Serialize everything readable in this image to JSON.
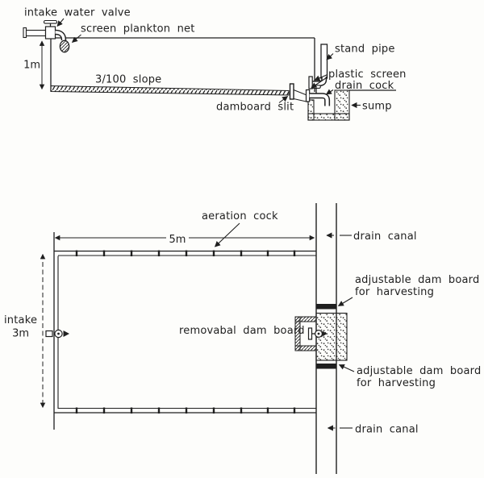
{
  "side_view": {
    "labels": {
      "intake_water_valve": "intake water valve",
      "screen_plankton_net": "screen plankton net",
      "depth": "1m",
      "slope": "3/100 slope",
      "damboard_slit": "damboard slit",
      "stand_pipe": "stand pipe",
      "plastic_screen": "plastic screen",
      "drain_cock": "drain cock",
      "sump": "sump"
    }
  },
  "plan_view": {
    "labels": {
      "aeration_cock": "aeration cock",
      "length": "5m",
      "intake": "intake",
      "width": "3m",
      "removable_dam_board": "removabal dam board",
      "drain_canal_top": "drain canal",
      "drain_canal_bottom": "drain canal",
      "adjustable_top_line1": "adjustable dam board",
      "adjustable_top_line2": "for harvesting",
      "adjustable_bottom_line1": "adjustable dam board",
      "adjustable_bottom_line2": "for harvesting"
    }
  },
  "colors": {
    "ink": "#1f1f1f",
    "paper": "#fdfdfb"
  }
}
